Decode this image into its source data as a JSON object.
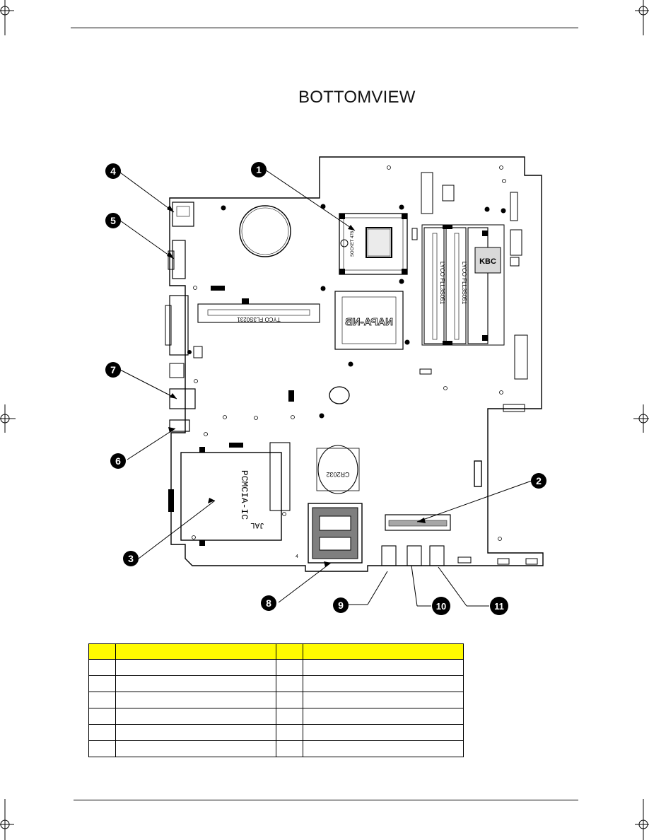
{
  "page": {
    "title": "BOTTOMVIEW"
  },
  "board_text": {
    "cpu_socket": "SOCKET 478",
    "kbc": "KBC",
    "northbridge": "NAPA-NB",
    "dimm_a": "LYCO FLL3S051",
    "dimm_b": "LYCO FLL3S051",
    "minipci": "TYCO FL3S0231",
    "pcmcia": "PCMCIA-IC",
    "pcmcia_side": "JAL",
    "battery": "CR2032",
    "pin_marker": "4"
  },
  "callouts": [
    "1",
    "2",
    "3",
    "4",
    "5",
    "6",
    "7",
    "8",
    "9",
    "10",
    "11"
  ],
  "table": {
    "rows": [
      [
        "",
        "",
        "",
        ""
      ],
      [
        "",
        "",
        "",
        ""
      ],
      [
        "",
        "",
        "",
        ""
      ],
      [
        "",
        "",
        "",
        ""
      ],
      [
        "",
        "",
        "",
        ""
      ],
      [
        "",
        "",
        "",
        ""
      ],
      [
        "",
        "",
        "",
        ""
      ]
    ]
  }
}
